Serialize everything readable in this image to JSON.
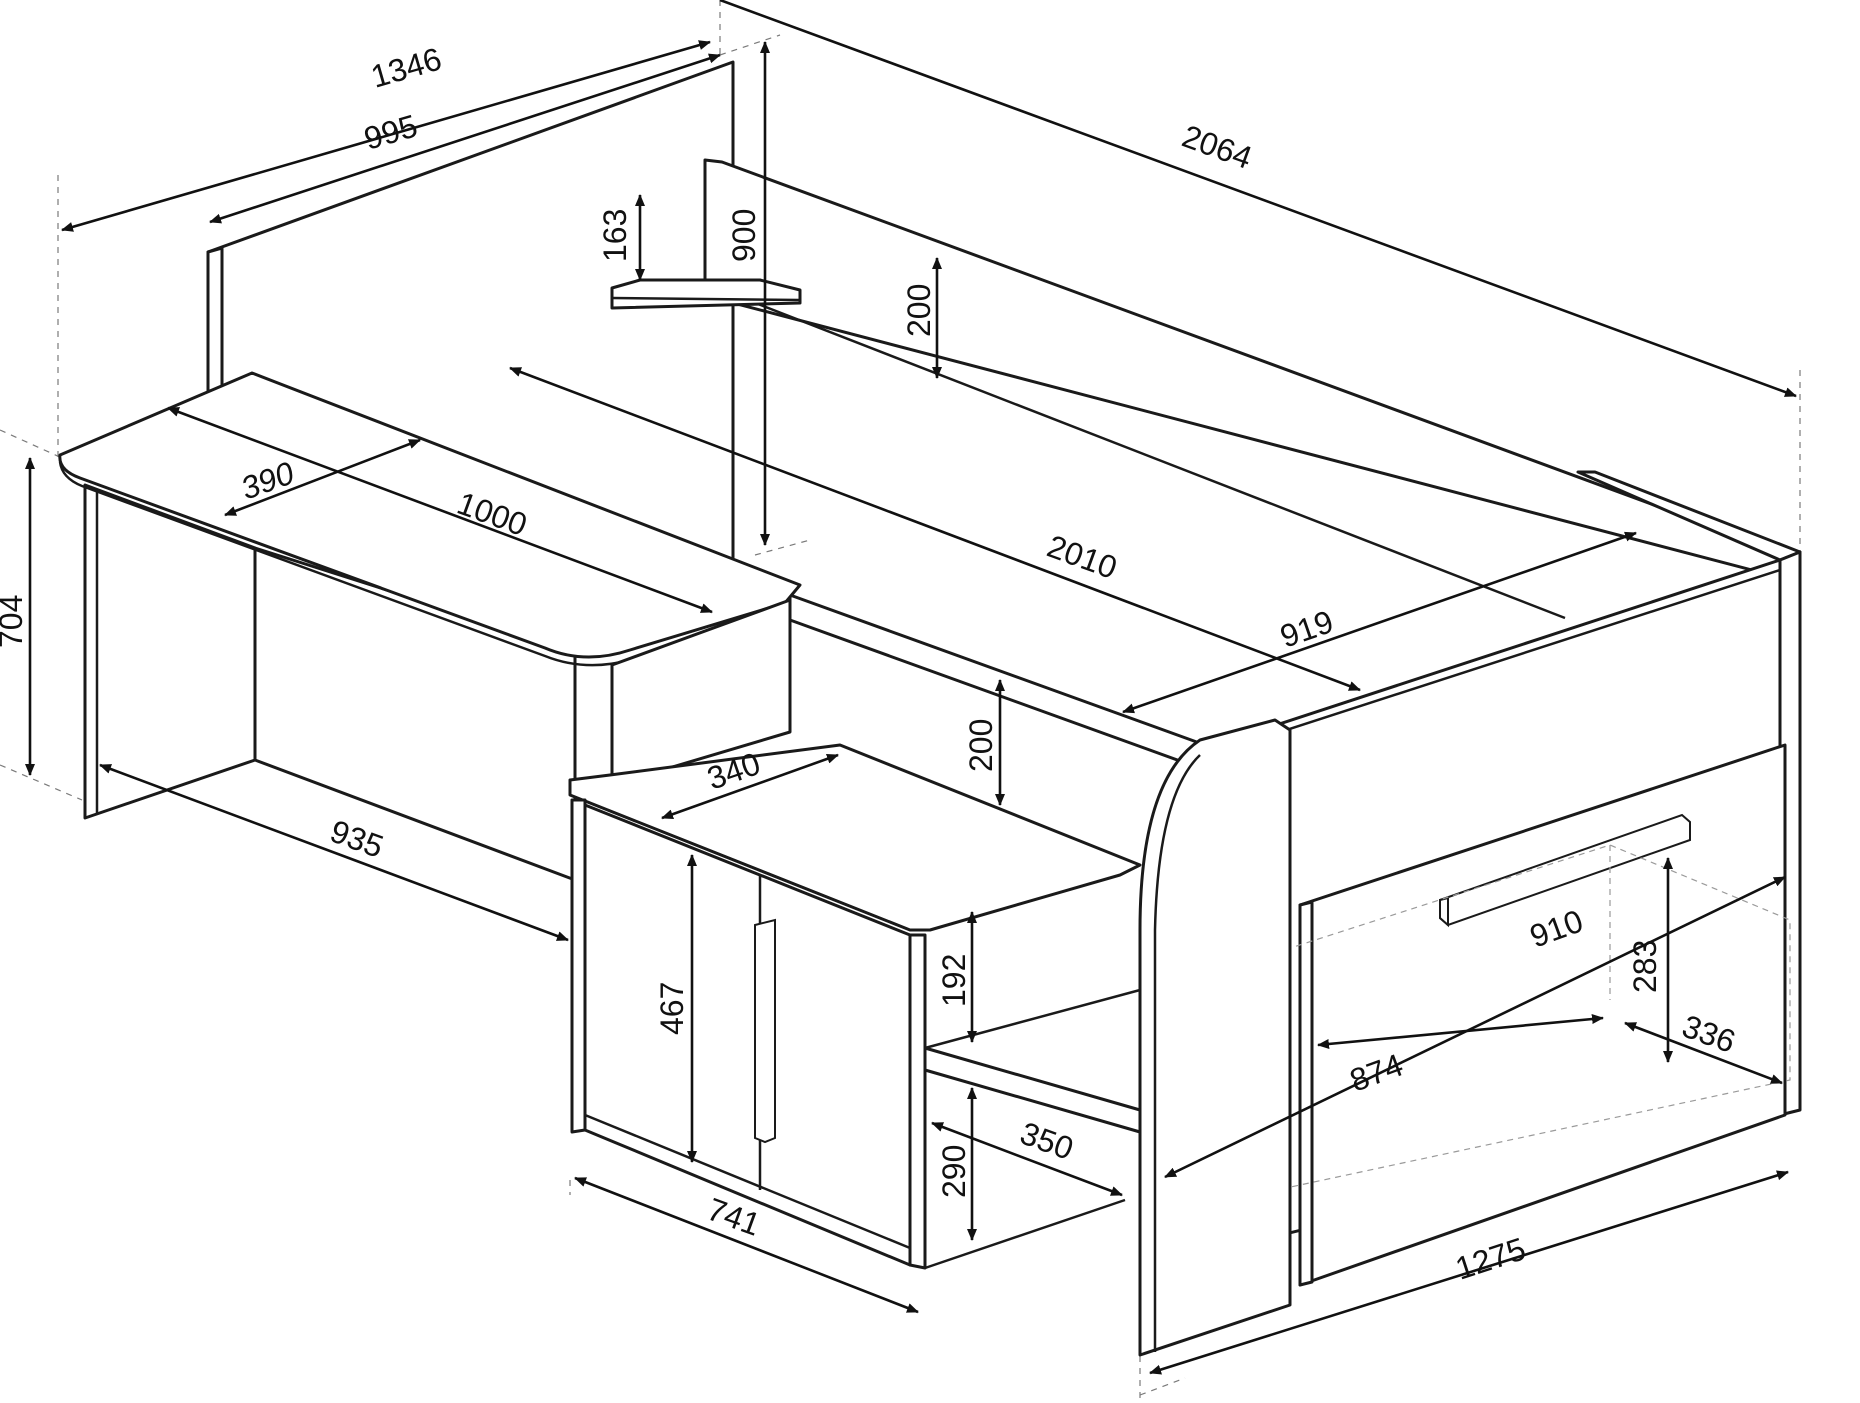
{
  "colors": {
    "line": "#1a1a1a",
    "hidden": "#9a9a9a",
    "background": "#ffffff"
  },
  "dimensions": [
    {
      "id": "overall-width",
      "value": "1346"
    },
    {
      "id": "headboard-width",
      "value": "995"
    },
    {
      "id": "overall-length",
      "value": "2064"
    },
    {
      "id": "shelf-offset",
      "value": "163"
    },
    {
      "id": "overall-height",
      "value": "900"
    },
    {
      "id": "rail-height-back",
      "value": "200"
    },
    {
      "id": "desk-depth",
      "value": "390"
    },
    {
      "id": "desk-length",
      "value": "1000"
    },
    {
      "id": "mattress-length",
      "value": "2010"
    },
    {
      "id": "mattress-width",
      "value": "919"
    },
    {
      "id": "desk-height",
      "value": "704"
    },
    {
      "id": "rail-height-front",
      "value": "200"
    },
    {
      "id": "cabinet-top-depth",
      "value": "340"
    },
    {
      "id": "desk-leg-length",
      "value": "935"
    },
    {
      "id": "cabinet-inner-height",
      "value": "467"
    },
    {
      "id": "shelf-upper-height",
      "value": "192"
    },
    {
      "id": "shelf-lower-height",
      "value": "290"
    },
    {
      "id": "shelf-depth",
      "value": "350"
    },
    {
      "id": "cabinet-width",
      "value": "741"
    },
    {
      "id": "drawer-front-width",
      "value": "910"
    },
    {
      "id": "drawer-inner-width",
      "value": "874"
    },
    {
      "id": "drawer-height",
      "value": "283"
    },
    {
      "id": "drawer-depth",
      "value": "336"
    },
    {
      "id": "base-length",
      "value": "1275"
    }
  ]
}
